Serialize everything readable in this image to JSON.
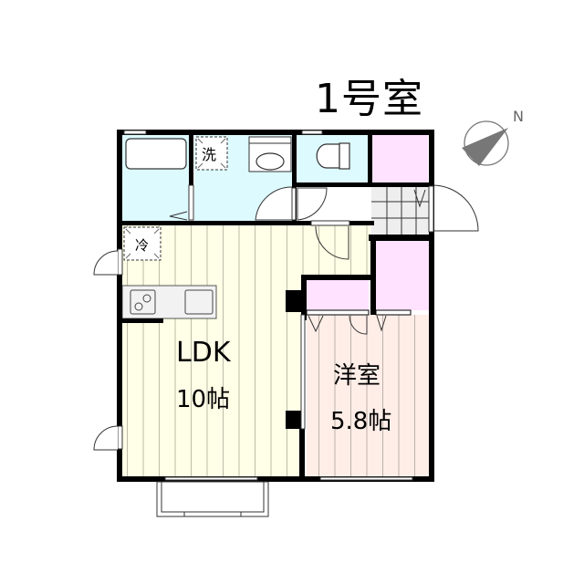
{
  "title": "1号室",
  "compass": {
    "label": "N",
    "icon": "compass-north-arrow-icon"
  },
  "rooms": [
    {
      "id": "ldk",
      "name": "LDK",
      "size": "10帖",
      "floor_color": "#FFFEE6"
    },
    {
      "id": "western",
      "name": "洋室",
      "size": "5.8帖",
      "floor_color": "#FFEEE8"
    },
    {
      "id": "bath",
      "floor_color": "#DDFAFF"
    },
    {
      "id": "washroom",
      "floor_color": "#DDFAFF"
    },
    {
      "id": "toilet",
      "floor_color": "#DDFAFF"
    },
    {
      "id": "closet",
      "floor_color": "#FFE2FF"
    },
    {
      "id": "entrance",
      "floor_color": "#EEEEEE"
    }
  ],
  "fixtures": {
    "washer_label": "洗",
    "fridge_label": "冷"
  },
  "colors": {
    "wall": "#000000",
    "floor_line": "#B8B8A8",
    "water_area": "#DDFAFF",
    "storage": "#FFE2FF",
    "ldk_floor": "#FFFEE6",
    "western_floor": "#FFEEE8",
    "entrance_tile": "#EEEEEE",
    "compass": "#777777"
  }
}
